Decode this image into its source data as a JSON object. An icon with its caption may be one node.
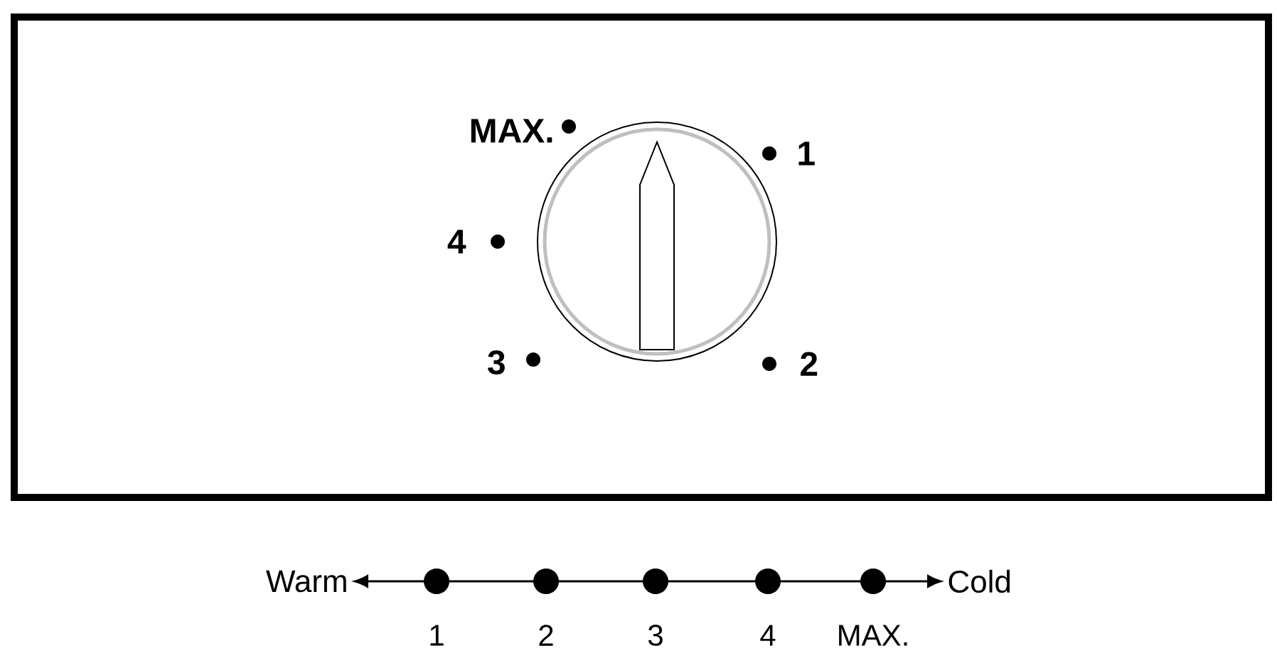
{
  "diagram": {
    "nodes": [
      {
        "text": [
          "Warm"
        ]
      },
      {
        "text": [
          "Cold"
        ]
      }
    ],
    "edges": [
      {
        "from": 0,
        "to": 1,
        "arrow": "both"
      }
    ],
    "labels": [
      "MAX.",
      "1",
      "4",
      "3",
      "2",
      "1",
      "2",
      "3",
      "4",
      "MAX."
    ]
  }
}
